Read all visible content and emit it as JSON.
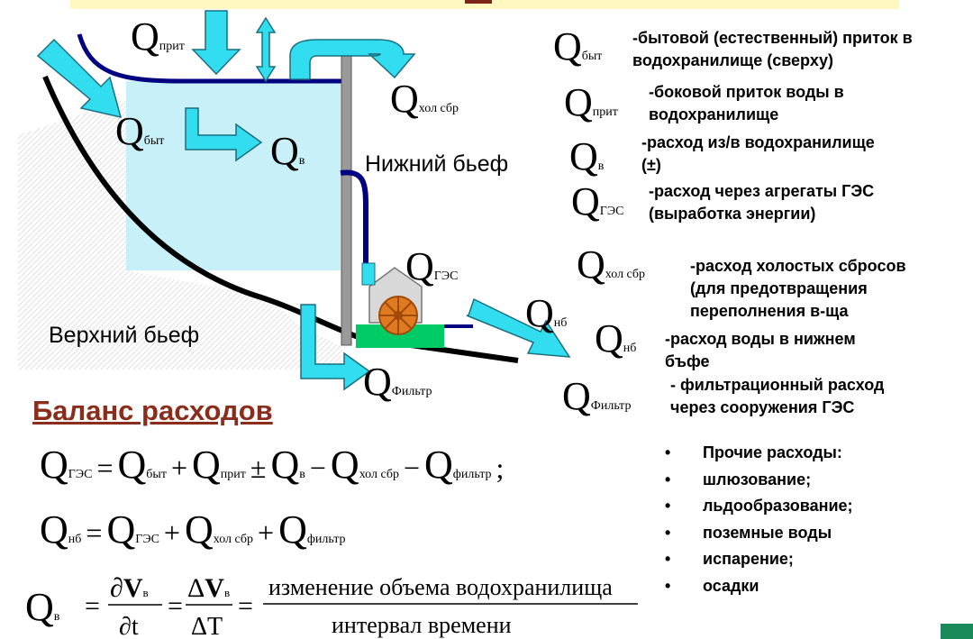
{
  "colors": {
    "water": "#c8f0f8",
    "arrow": "#33ddf0",
    "arrow_border": "#1a6f80",
    "pipe": "#000080",
    "dam": "#9a9a9a",
    "title": "#8b2d1c",
    "top_bar": "#fff8c0"
  },
  "diagram": {
    "q_prit": {
      "main": "Q",
      "sub": "прит"
    },
    "q_byt": {
      "main": "Q",
      "sub": "быт"
    },
    "q_v": {
      "main": "Q",
      "sub": "в"
    },
    "q_hol_sbr": {
      "main": "Q",
      "sub": "хол сбр"
    },
    "q_ges": {
      "main": "Q",
      "sub": "ГЭС"
    },
    "q_nb": {
      "main": "Q",
      "sub": "нб"
    },
    "q_filtr": {
      "main": "Q",
      "sub": "Фильтр"
    },
    "lower_pool_label": "Нижний бьеф",
    "upper_pool_label": "Верхний бьеф"
  },
  "legend": [
    {
      "sym": "Q",
      "sub": "быт",
      "lines": [
        "-бытовой (естественный) приток в",
        "водохранилище (сверху)"
      ]
    },
    {
      "sym": "Q",
      "sub": "прит",
      "lines": [
        "-боковой приток воды в",
        "водохранилище"
      ]
    },
    {
      "sym": "Q",
      "sub": "в",
      "lines": [
        "-расход из/в водохранилище",
        "(±)"
      ]
    },
    {
      "sym": "Q",
      "sub": "ГЭС",
      "lines": [
        "-расход через агрегаты ГЭС",
        "(выработка энергии)"
      ]
    },
    {
      "sym": "Q",
      "sub": "хол сбр",
      "lines": [
        "-расход холостых сбросов",
        "(для предотвращения",
        "переполнения в-ща"
      ]
    },
    {
      "sym": "Q",
      "sub": "нб",
      "lines": [
        "-расход воды в нижнем",
        "бъфе"
      ]
    },
    {
      "sym": "Q",
      "sub": "Фильтр",
      "lines": [
        "- фильтрационный расход",
        "через сооружения ГЭС"
      ]
    }
  ],
  "balance": {
    "title": "Баланс расходов",
    "eq1": {
      "t1": "ГЭС",
      "eq": "=",
      "t2": "быт",
      "op2": "+",
      "t3": "прит",
      "op3": "±",
      "t4": "в",
      "op4": "−",
      "t5": "хол сбр",
      "op5": "−",
      "t6": "фильтр",
      "end": ";"
    },
    "eq2": {
      "t1": "нб",
      "eq": "=",
      "t2": "ГЭС",
      "op2": "+",
      "t3": "хол сбр",
      "op3": "+",
      "t4": "фильтр"
    },
    "eq3": {
      "lhs_sub": "в",
      "partial_num": "∂",
      "v": "V",
      "v_sub": "в",
      "partial_den": "∂t",
      "delta": "Δ",
      "delta_den": "ΔT",
      "text_num": "изменение объема водохранилища",
      "text_den": "интервал времени",
      "eq": "="
    }
  },
  "other_expenses": [
    "Прочие расходы:",
    "шлюзование;",
    "льдообразование;",
    "поземные воды",
    "испарение;",
    "осадки"
  ]
}
